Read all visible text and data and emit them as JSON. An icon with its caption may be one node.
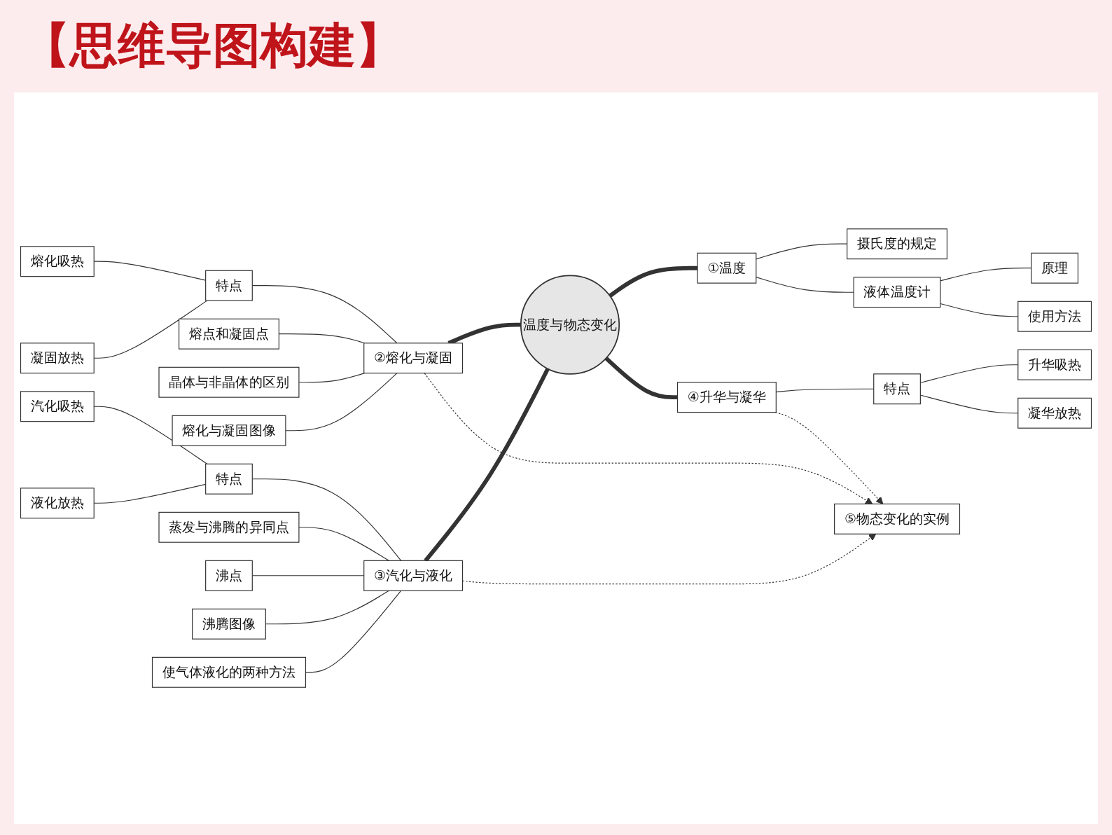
{
  "diagram": {
    "title": "【思维导图构建】",
    "nodes": [
      {
        "text": [
          "温度与物态变化"
        ]
      },
      {
        "text": [
          "①温度"
        ]
      },
      {
        "text": [
          "摄氏度的规定"
        ]
      },
      {
        "text": [
          "液体温度计"
        ]
      },
      {
        "text": [
          "原理"
        ]
      },
      {
        "text": [
          "使用方法"
        ]
      },
      {
        "text": [
          "②熔化与凝固"
        ]
      },
      {
        "text": [
          "特点"
        ]
      },
      {
        "text": [
          "熔化吸热"
        ]
      },
      {
        "text": [
          "凝固放热"
        ]
      },
      {
        "text": [
          "熔点和凝固点"
        ]
      },
      {
        "text": [
          "晶体与非晶体的区别"
        ]
      },
      {
        "text": [
          "熔化与凝固图像"
        ]
      },
      {
        "text": [
          "③汽化与液化"
        ]
      },
      {
        "text": [
          "特点"
        ]
      },
      {
        "text": [
          "汽化吸热"
        ]
      },
      {
        "text": [
          "液化放热"
        ]
      },
      {
        "text": [
          "蒸发与沸腾的异同点"
        ]
      },
      {
        "text": [
          "沸点"
        ]
      },
      {
        "text": [
          "沸腾图像"
        ]
      },
      {
        "text": [
          "使气体液化的两种方法"
        ]
      },
      {
        "text": [
          "④升华与凝华"
        ]
      },
      {
        "text": [
          "特点"
        ]
      },
      {
        "text": [
          "升华吸热"
        ]
      },
      {
        "text": [
          "凝华放热"
        ]
      },
      {
        "text": [
          "⑤物态变化的实例"
        ]
      }
    ],
    "edges": [
      {
        "from": 0,
        "to": 1,
        "arrow": "none",
        "style": "thick"
      },
      {
        "from": 1,
        "to": 2,
        "arrow": "none"
      },
      {
        "from": 1,
        "to": 3,
        "arrow": "none"
      },
      {
        "from": 3,
        "to": 4,
        "arrow": "none"
      },
      {
        "from": 3,
        "to": 5,
        "arrow": "none"
      },
      {
        "from": 0,
        "to": 6,
        "arrow": "none",
        "style": "thick"
      },
      {
        "from": 6,
        "to": 7,
        "arrow": "none"
      },
      {
        "from": 7,
        "to": 8,
        "arrow": "none"
      },
      {
        "from": 7,
        "to": 9,
        "arrow": "none"
      },
      {
        "from": 6,
        "to": 10,
        "arrow": "none"
      },
      {
        "from": 6,
        "to": 11,
        "arrow": "none"
      },
      {
        "from": 6,
        "to": 12,
        "arrow": "none"
      },
      {
        "from": 0,
        "to": 13,
        "arrow": "none",
        "style": "thick"
      },
      {
        "from": 13,
        "to": 14,
        "arrow": "none"
      },
      {
        "from": 14,
        "to": 15,
        "arrow": "none"
      },
      {
        "from": 14,
        "to": 16,
        "arrow": "none"
      },
      {
        "from": 13,
        "to": 17,
        "arrow": "none"
      },
      {
        "from": 13,
        "to": 18,
        "arrow": "none"
      },
      {
        "from": 13,
        "to": 19,
        "arrow": "none"
      },
      {
        "from": 13,
        "to": 20,
        "arrow": "none"
      },
      {
        "from": 0,
        "to": 21,
        "arrow": "none",
        "style": "thick"
      },
      {
        "from": 21,
        "to": 22,
        "arrow": "none"
      },
      {
        "from": 22,
        "to": 23,
        "arrow": "none"
      },
      {
        "from": 22,
        "to": 24,
        "arrow": "none"
      },
      {
        "from": 6,
        "to": 25,
        "arrow": "to",
        "style": "dashed"
      },
      {
        "from": 13,
        "to": 25,
        "arrow": "to",
        "style": "dashed"
      },
      {
        "from": 21,
        "to": 25,
        "arrow": "to",
        "style": "dashed"
      }
    ]
  }
}
